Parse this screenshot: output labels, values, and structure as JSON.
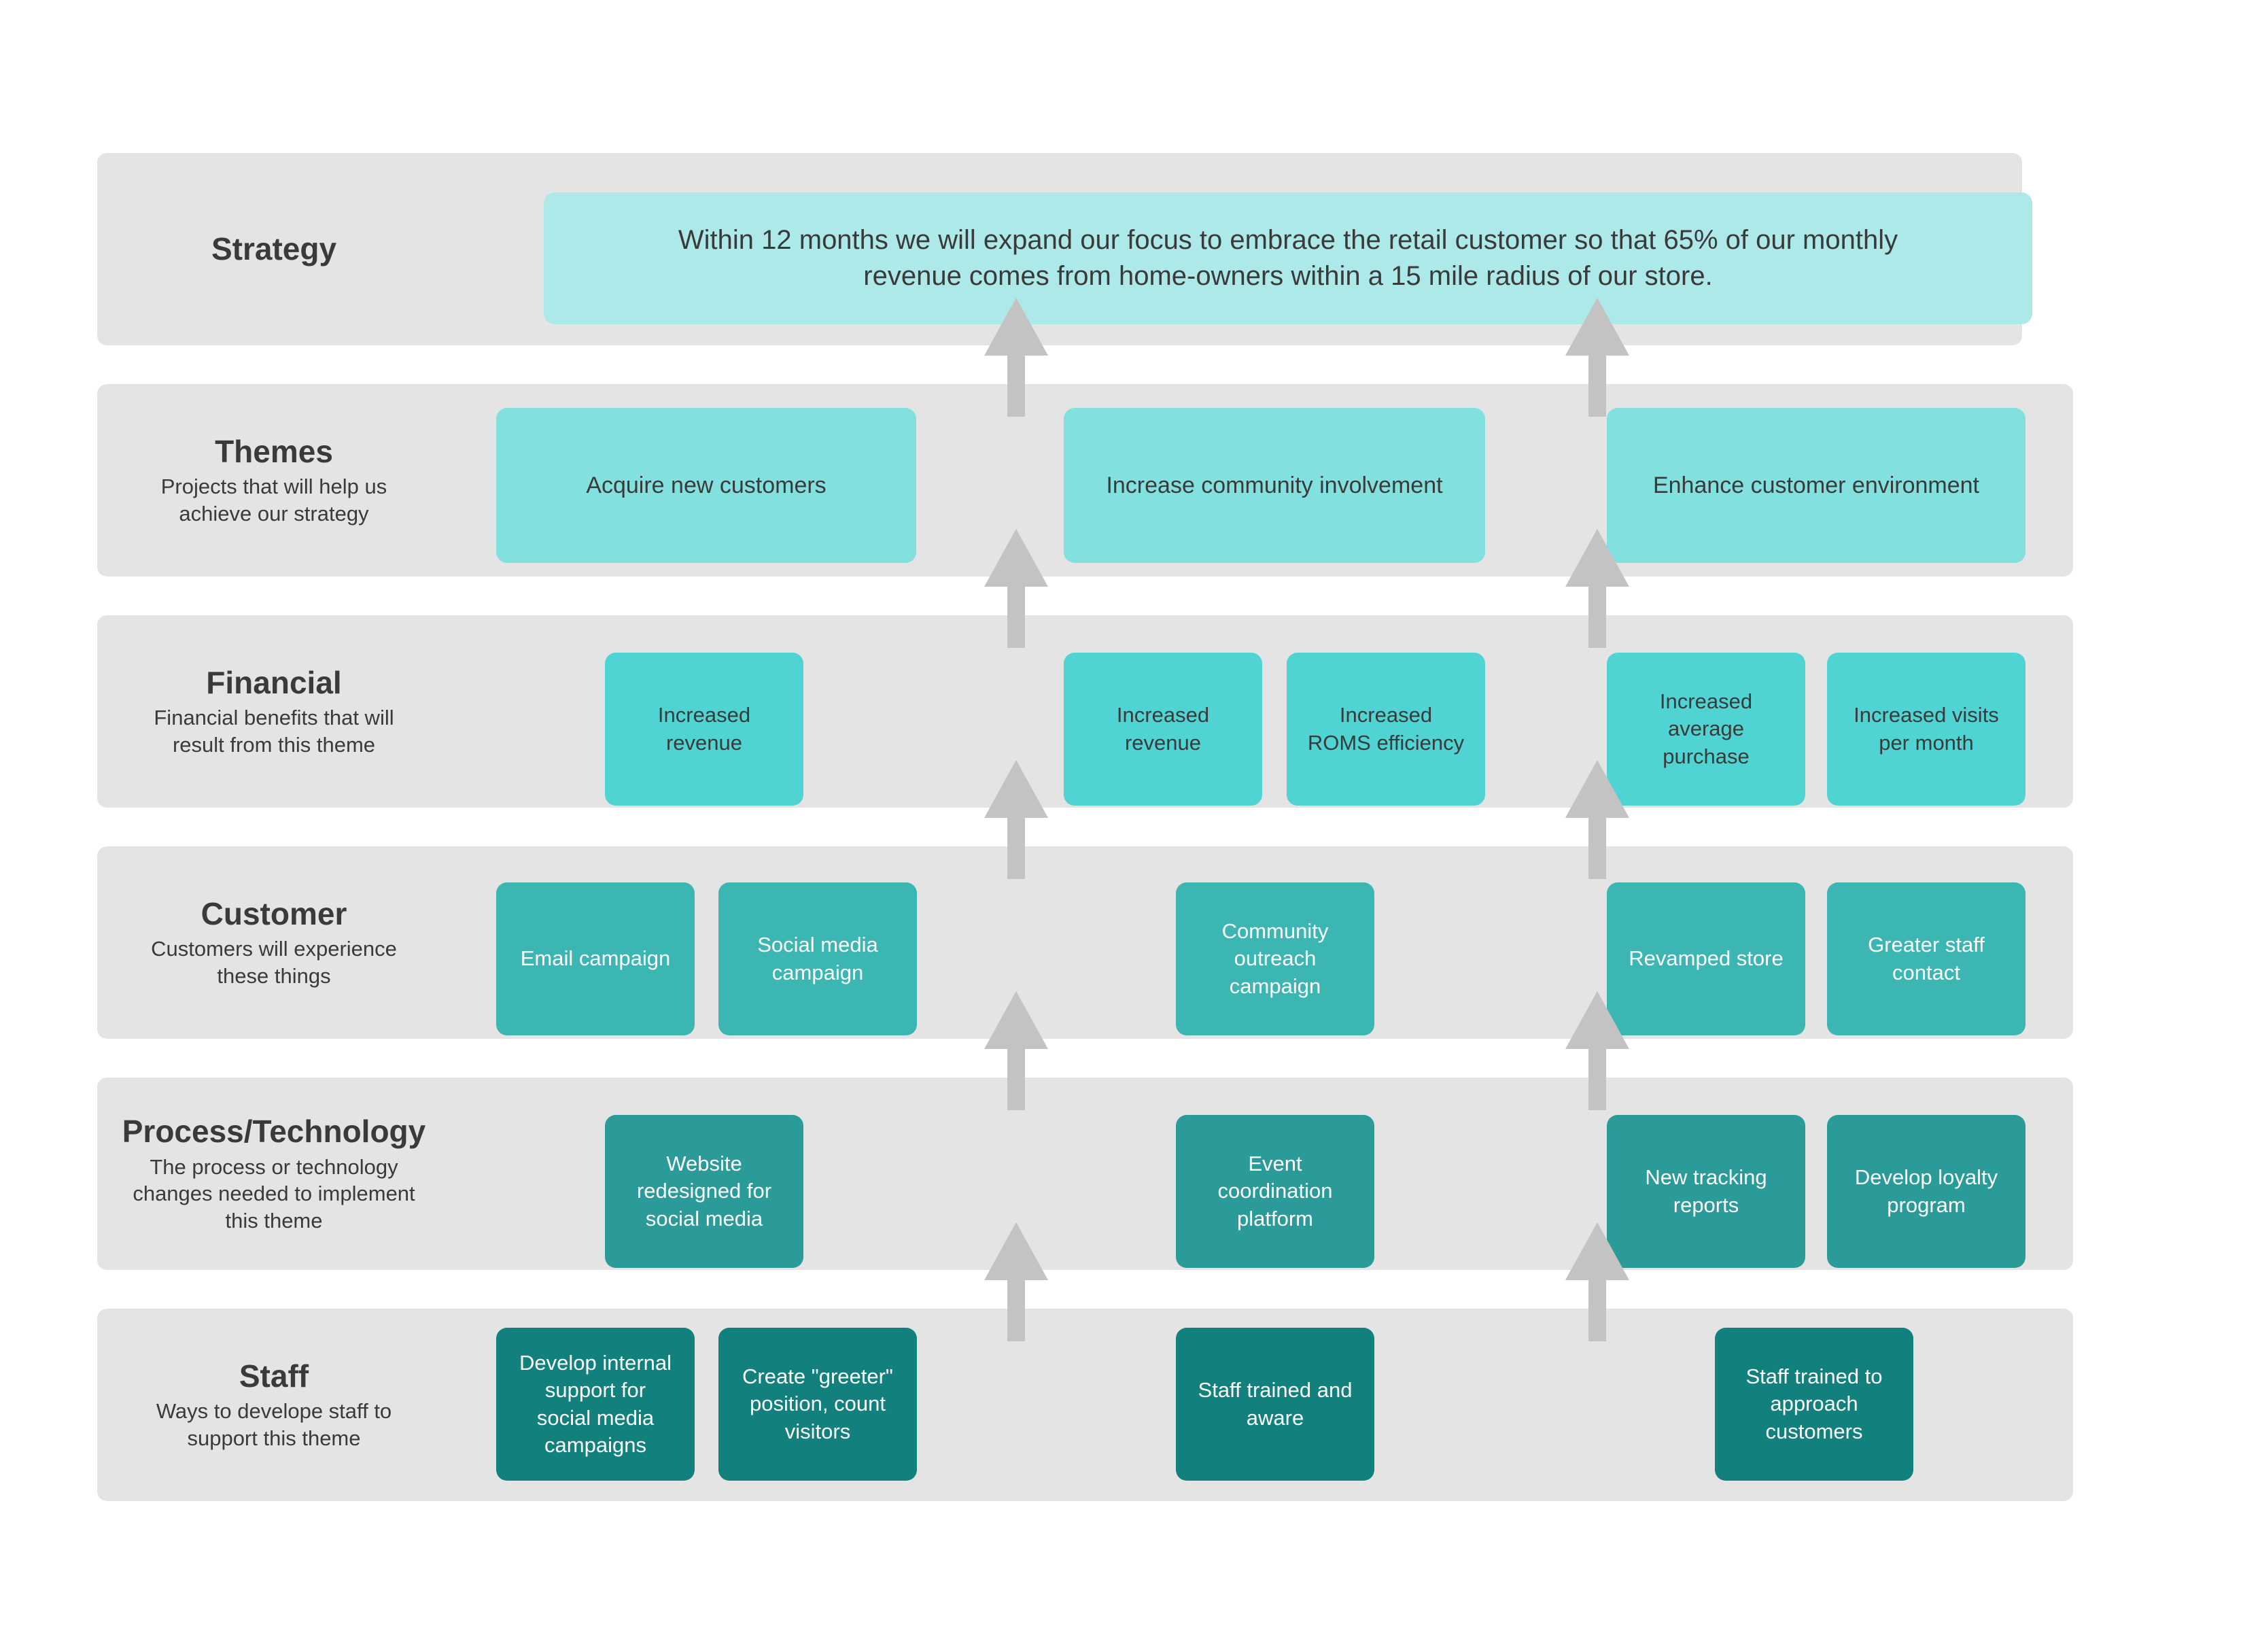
{
  "colors": {
    "band_background": "#e4e4e4",
    "strategy_box": "#ade9e8",
    "themes_box": "#82e0de",
    "financial_box": "#4fd4d3",
    "customer_box": "#3bb6b2",
    "process_box": "#2a9b98",
    "staff_box": "#12807c",
    "arrow": "#c3c3c3",
    "text_dark": "#3a3a3a",
    "text_light": "#ffffff"
  },
  "rows": [
    {
      "title": "Strategy",
      "subtitle": "",
      "boxes": [
        "Within 12 months we will expand our focus to embrace the retail customer so that 65% of our monthly\nrevenue comes from home-owners within a 15 mile radius of our store."
      ]
    },
    {
      "title": "Themes",
      "subtitle": "Projects that will help us\nachieve our strategy",
      "boxes": [
        "Acquire new customers",
        "Increase community involvement",
        "Enhance customer environment"
      ]
    },
    {
      "title": "Financial",
      "subtitle": "Financial benefits that will\nresult from this theme",
      "boxes": [
        "Increased\nrevenue",
        "Increased\nrevenue",
        "Increased\nROMS efficiency",
        "Increased\naverage\npurchase",
        "Increased visits\nper month"
      ]
    },
    {
      "title": "Customer",
      "subtitle": "Customers will experience\nthese things",
      "boxes": [
        "Email campaign",
        "Social media\ncampaign",
        "Community\noutreach\ncampaign",
        "Revamped store",
        "Greater staff\ncontact"
      ]
    },
    {
      "title": "Process/Technology",
      "subtitle": "The process or technology\nchanges needed to implement\nthis theme",
      "boxes": [
        "Website\nredesigned for\nsocial media",
        "Event\ncoordination\nplatform",
        "New tracking\nreports",
        "Develop loyalty\nprogram"
      ]
    },
    {
      "title": "Staff",
      "subtitle": "Ways to develope staff to\nsupport this theme",
      "boxes": [
        "Develop internal\nsupport for\nsocial media\ncampaigns",
        "Create \"greeter\"\nposition, count\nvisitors",
        "Staff trained and\naware",
        "Staff trained to\napproach\ncustomers"
      ]
    }
  ]
}
